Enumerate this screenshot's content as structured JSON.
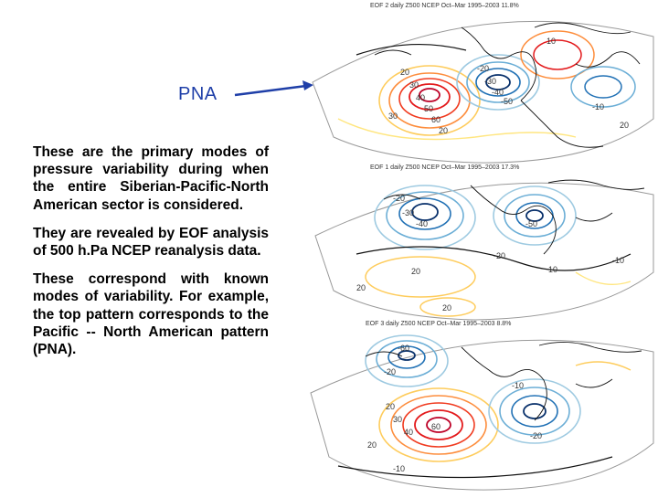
{
  "callout": {
    "label": "PNA",
    "color": "#1f3fa8"
  },
  "paragraphs": [
    "These are the primary modes of pressure variability during when the entire Siberian-Pacific-North American sector is considered.",
    "They are revealed by EOF analysis of 500 h.Pa NCEP reanalysis data.",
    "These correspond with known modes of variability. For example, the top pattern corresponds to the Pacific -- North American pattern (PNA)."
  ],
  "maps": [
    {
      "title": "EOF 2 daily Z500 NCEP Oct–Mar 1995–2003 11.8%",
      "labels": [
        "20",
        "30",
        "40",
        "50",
        "60",
        "20",
        "30",
        "-20",
        "-30",
        "-40",
        "-50",
        "-10",
        "10",
        "20"
      ]
    },
    {
      "title": "EOF 1 daily Z500 NCEP Oct–Mar 1995–2003 17.3%",
      "labels": [
        "-20",
        "-30",
        "-40",
        "-50",
        "20",
        "10",
        "20",
        "-20",
        "-10",
        "20"
      ]
    },
    {
      "title": "EOF 3 daily Z500 NCEP Oct–Mar 1995–2003 8.8%",
      "labels": [
        "-60",
        "-20",
        "20",
        "30",
        "40",
        "60",
        "20",
        "-10",
        "-20",
        "-10"
      ]
    }
  ],
  "colors": {
    "positive": [
      "#e31a1c",
      "#fd8d3c",
      "#fecc5c",
      "#ffe680"
    ],
    "negative": [
      "#08306b",
      "#2171b5",
      "#6baed6",
      "#9ecae1"
    ],
    "coast": "#111111"
  }
}
